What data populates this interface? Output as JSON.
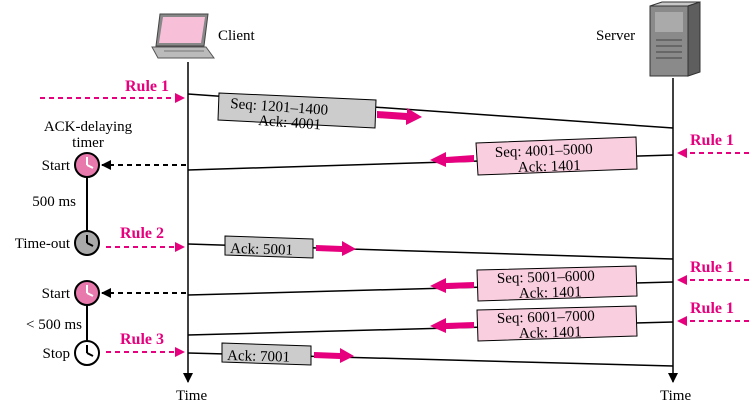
{
  "endpoints": {
    "client_label": "Client",
    "server_label": "Server",
    "time_left": "Time",
    "time_right": "Time"
  },
  "timer": {
    "title_line1": "ACK-delaying",
    "title_line2": "timer",
    "start1": "Start",
    "interval1": "500 ms",
    "timeout": "Time-out",
    "start2": "Start",
    "interval2": "< 500 ms",
    "stop": "Stop"
  },
  "rules": {
    "r1_client": "Rule 1",
    "r1_server_a": "Rule 1",
    "r2": "Rule 2",
    "r1_server_b": "Rule 1",
    "r1_server_c": "Rule 1",
    "r3": "Rule 3"
  },
  "segments": {
    "s1_seq": "Seq: 1201–1400",
    "s1_ack": "Ack: 4001",
    "s2_seq": "Seq: 4001–5000",
    "s2_ack": "Ack: 1401",
    "s3_ack": "Ack: 5001",
    "s4_seq": "Seq: 5001–6000",
    "s4_ack": "Ack: 1401",
    "s5_seq": "Seq: 6001–7000",
    "s5_ack": "Ack: 1401",
    "s6_ack": "Ack: 7001"
  },
  "colors": {
    "accent": "#e6007e",
    "client_box": "#cccccc",
    "server_box": "#f9cfe0",
    "timer_running": "#e879ad",
    "timer_timeout": "#aaaaaa"
  }
}
